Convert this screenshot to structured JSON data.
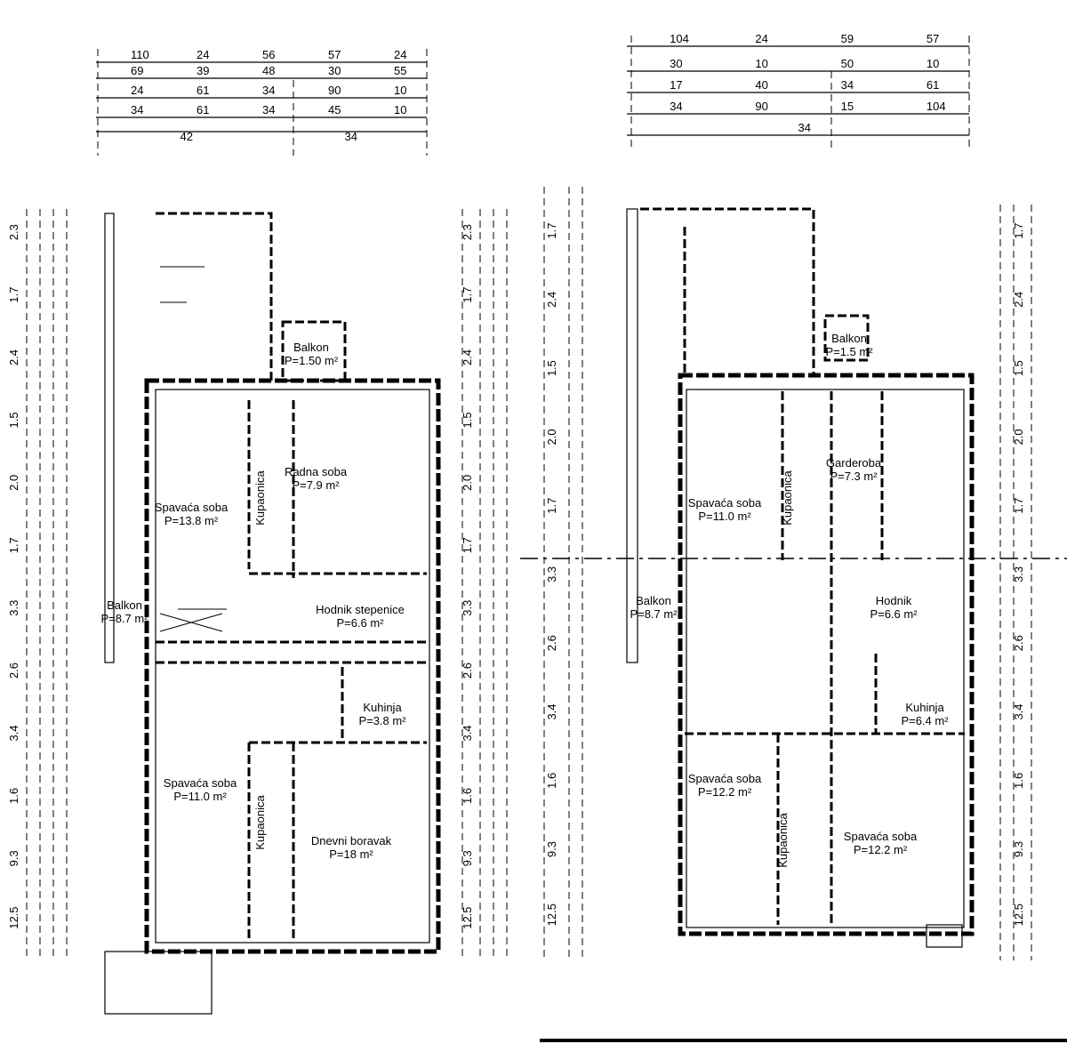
{
  "plans": [
    {
      "name": "left",
      "dims_top": [
        "110",
        "24",
        "56",
        "57",
        "24",
        "69",
        "39",
        "48",
        "30",
        "55",
        "24",
        "61",
        "34",
        "90",
        "10",
        "34",
        "61",
        "34",
        "45",
        "10",
        "42",
        "34"
      ],
      "dims_side": [
        "2.3",
        "1.7",
        "2.4",
        "1.5",
        "2.0",
        "1.7",
        "3.3",
        "2.6",
        "3.4",
        "1.6",
        "9.3",
        "12.5"
      ],
      "rooms": [
        {
          "label": "Balkon",
          "area": "P=1.50 m²"
        },
        {
          "label": "Spavaća soba",
          "area": "P=13.8 m²"
        },
        {
          "label": "Kupaonica",
          "area": ""
        },
        {
          "label": "Radna soba",
          "area": "P=7.9 m²"
        },
        {
          "label": "Balkon",
          "area": "P=8.7 m²"
        },
        {
          "label": "Hodnik stepenice",
          "area": "P=6.6 m²"
        },
        {
          "label": "Kuhinja",
          "area": "P=3.8 m²"
        },
        {
          "label": "Spavaća soba",
          "area": "P=11.0 m²"
        },
        {
          "label": "Kupaonica",
          "area": ""
        },
        {
          "label": "Dnevni boravak",
          "area": "P=18 m²"
        }
      ]
    },
    {
      "name": "right",
      "dims_top": [
        "104",
        "24",
        "59",
        "57",
        "30",
        "10",
        "50",
        "10",
        "17",
        "40",
        "34",
        "61",
        "34",
        "90",
        "15",
        "104",
        "34"
      ],
      "dims_side": [
        "1.7",
        "2.4",
        "1.5",
        "2.0",
        "1.7",
        "3.3",
        "2.6",
        "3.4",
        "1.6",
        "9.3",
        "12.5"
      ],
      "rooms": [
        {
          "label": "Balkon",
          "area": "P=1.5 m²"
        },
        {
          "label": "Spavaća soba",
          "area": "P=11.0 m²"
        },
        {
          "label": "Kupaonica",
          "area": ""
        },
        {
          "label": "Garderoba",
          "area": "P=7.3 m²"
        },
        {
          "label": "Balkon",
          "area": "P=8.7 m²"
        },
        {
          "label": "Hodnik",
          "area": "P=6.6 m²"
        },
        {
          "label": "Kuhinja",
          "area": "P=6.4 m²"
        },
        {
          "label": "Spavaća soba",
          "area": "P=12.2 m²"
        },
        {
          "label": "Kupaonica",
          "area": ""
        },
        {
          "label": "Spavaća soba",
          "area": "P=12.2 m²"
        }
      ]
    }
  ]
}
